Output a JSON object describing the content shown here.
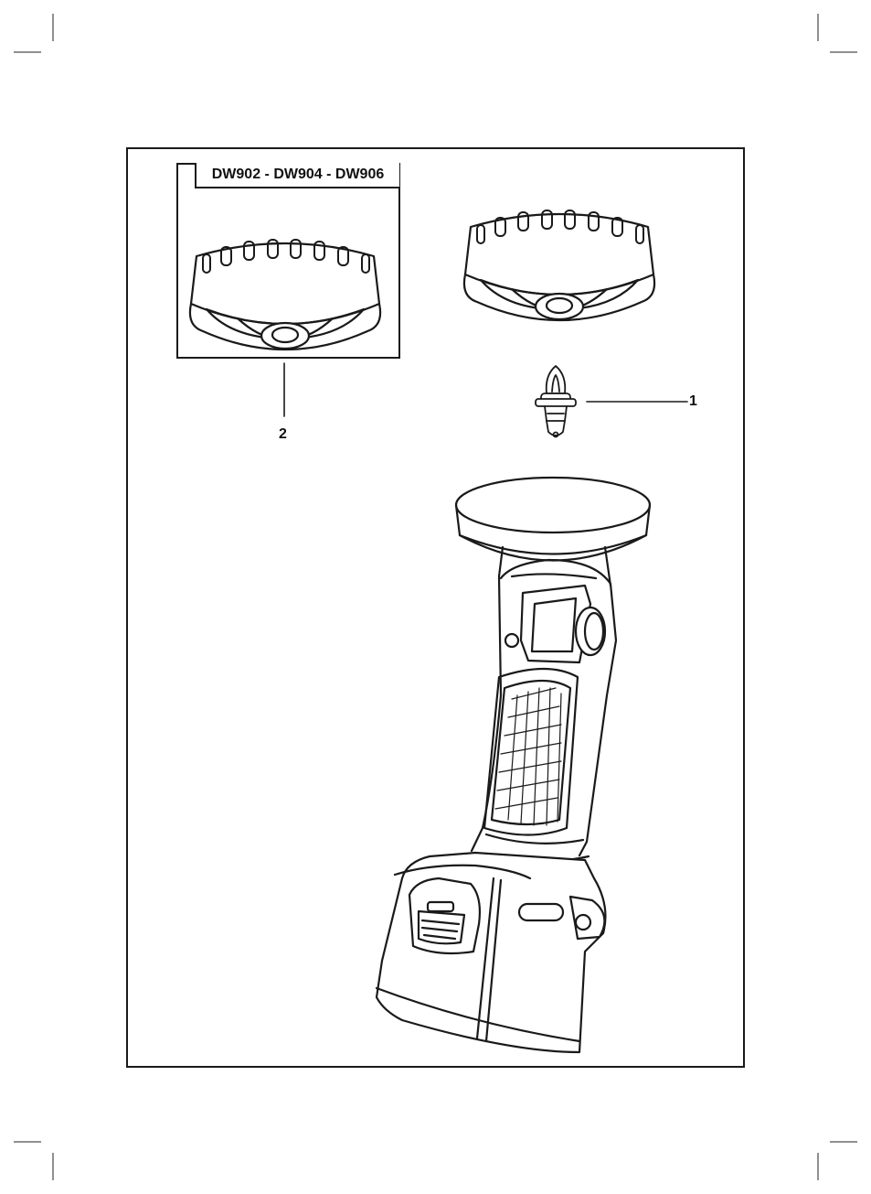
{
  "figure": {
    "model_label": "DW902 - DW904 - DW906",
    "callouts": [
      {
        "number": "1",
        "part": "bulb-icon"
      },
      {
        "number": "2",
        "part": "lens-cap-icon"
      }
    ],
    "icons": [
      "lens-cap-icon",
      "bulb-icon",
      "flashlight-icon"
    ],
    "line_color": "#1a1a1a"
  }
}
